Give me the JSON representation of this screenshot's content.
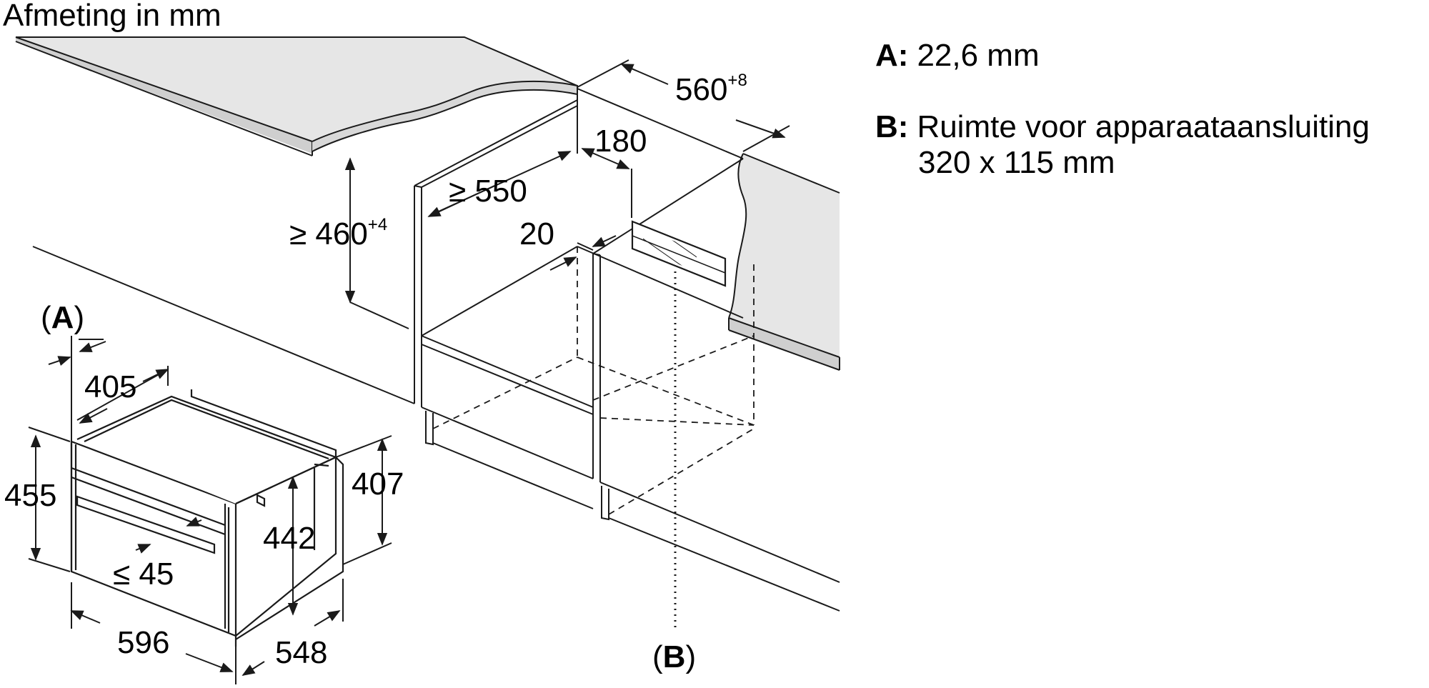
{
  "title": "Afmeting in mm",
  "legend": {
    "a_key": "A:",
    "a_text": "22,6 mm",
    "b_key": "B:",
    "b_line1": "Ruimte voor apparaataansluiting",
    "b_line2": "320 x 115 mm"
  },
  "niche_dimensions": {
    "width": "560",
    "width_tolerance": "+8",
    "depth_min": "≥ 550",
    "height_min": "≥ 460",
    "height_tolerance": "+4",
    "connection_offset": "180",
    "gap": "20"
  },
  "appliance_dimensions": {
    "marker_a_open": "(",
    "marker_a_letter": "A",
    "marker_a_close": ")",
    "depth_body": "405",
    "height_front": "455",
    "height_body": "407",
    "height_inner": "442",
    "handle_depth": "≤ 45",
    "width": "596",
    "depth": "548"
  },
  "marker_b": {
    "open": "(",
    "letter": "B",
    "close": ")"
  },
  "colors": {
    "line": "#1a1a1a",
    "surface_fill": "#e6e6e6",
    "surface_edge": "#888888",
    "background": "#ffffff"
  }
}
